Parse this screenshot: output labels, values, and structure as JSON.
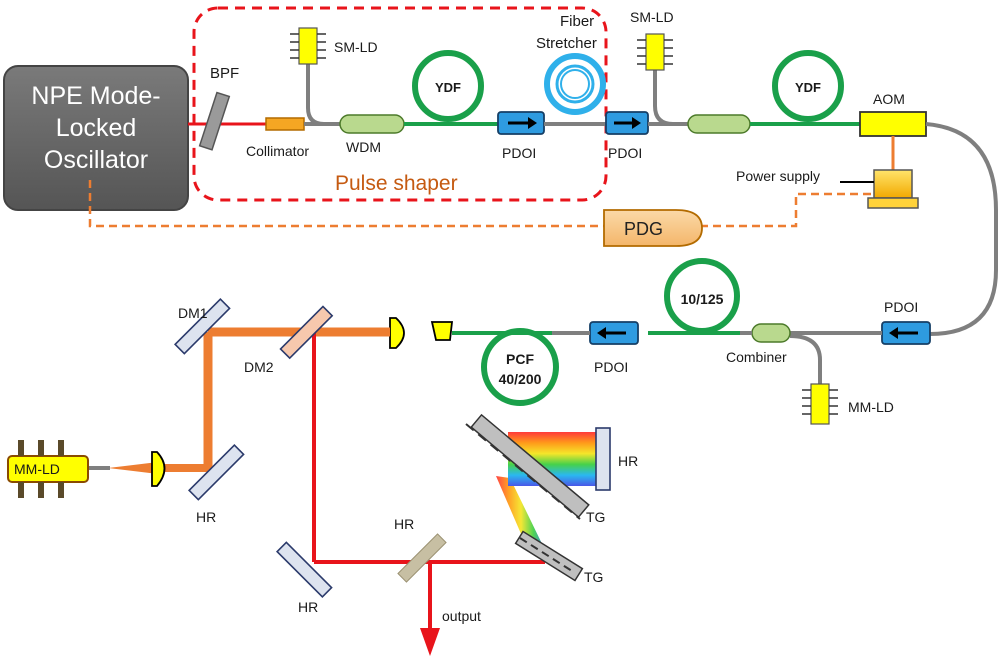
{
  "oscillator": {
    "line1": "NPE  Mode-",
    "line2": "Locked",
    "line3": "Oscillator"
  },
  "pulse_shaper": {
    "label": "Pulse shaper"
  },
  "fiber_stretcher": {
    "line1": "Fiber",
    "line2": "Stretcher"
  },
  "labels": {
    "bpf": "BPF",
    "collimator": "Collimator",
    "wdm": "WDM",
    "sm_ld_1": "SM-LD",
    "sm_ld_2": "SM-LD",
    "ydf_1": "YDF",
    "ydf_2": "YDF",
    "pdoi_1": "PDOI",
    "pdoi_2": "PDOI",
    "pdoi_3": "PDOI",
    "pdoi_4": "PDOI",
    "aom": "AOM",
    "power_supply": "Power supply",
    "pdg": "PDG",
    "fiber_10_125": "10/125",
    "combiner": "Combiner",
    "mm_ld_right": "MM-LD",
    "mm_ld_left": "MM-LD",
    "pcf_line1": "PCF",
    "pcf_line2": "40/200",
    "dm1": "DM1",
    "dm2": "DM2",
    "hr_left": "HR",
    "hr_bottom": "HR",
    "hr_center": "HR",
    "hr_right": "HR",
    "tg_upper": "TG",
    "tg_lower": "TG",
    "output": "output"
  },
  "colors": {
    "red_beam": "#e8141b",
    "orange_beam": "#ed7d31",
    "fiber_green": "#1aa04a",
    "fiber_gray": "#7f7f7f",
    "pdoi_blue": "#2e9be0",
    "ld_yellow": "#ffff00",
    "stretcher_blue": "#2fb0ea",
    "shaper_dash": "#e8141b",
    "pdg_fill": "#f8cb8e",
    "oscillator_fill": "#6d6d6d"
  }
}
